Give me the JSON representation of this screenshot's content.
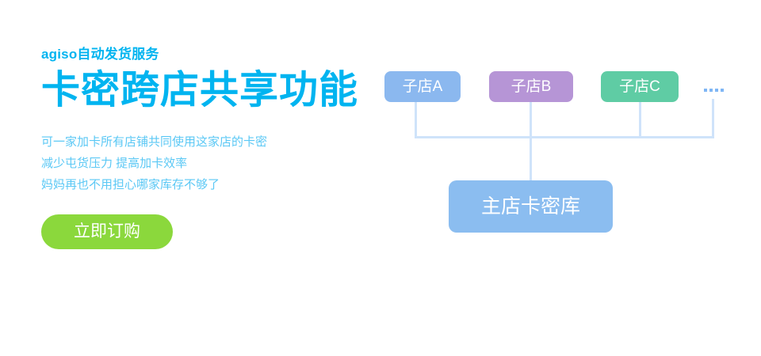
{
  "colors": {
    "headline": "#00B4F0",
    "body_text": "#5BC8F5",
    "cta_bg": "#8BD83C",
    "node_a": "#8BB8EF",
    "node_b": "#B695D6",
    "node_c": "#5FCCA4",
    "node_main": "#8BBDF0",
    "wire": "#CFE3FA",
    "background": "#FFFFFF"
  },
  "promo": {
    "eyebrow": "agiso自动发货服务",
    "headline": "卡密跨店共享功能",
    "description": [
      "可一家加卡所有店铺共同使用这家店的卡密",
      "减少屯货压力 提高加卡效率",
      "妈妈再也不用担心哪家库存不够了"
    ],
    "cta_label": "立即订购"
  },
  "diagram": {
    "child_nodes": [
      {
        "label": "子店A",
        "color": "#8BB8EF"
      },
      {
        "label": "子店B",
        "color": "#B695D6"
      },
      {
        "label": "子店C",
        "color": "#5FCCA4"
      }
    ],
    "overflow_indicator": "....",
    "main_node": {
      "label": "主店卡密库",
      "color": "#8BBDF0"
    }
  }
}
